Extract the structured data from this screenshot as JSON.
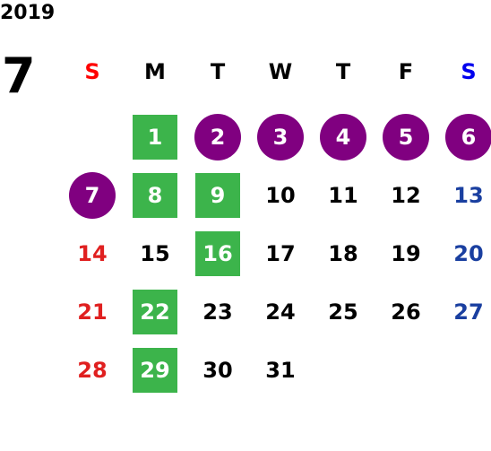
{
  "year": "2019",
  "month": "7",
  "colors": {
    "sunday": "#e02020",
    "saturday": "#1a3fa0",
    "weekday": "#000000",
    "header_sunday": "#ff0000",
    "header_saturday": "#0000ee",
    "green": "#3cb44b",
    "purple": "#800080",
    "mark_text": "#ffffff"
  },
  "weekdays": [
    "S",
    "M",
    "T",
    "W",
    "T",
    "F",
    "S"
  ],
  "start_offset": 1,
  "weeks": [
    [
      null,
      {
        "d": "1",
        "mark": "green"
      },
      {
        "d": "2",
        "mark": "purple"
      },
      {
        "d": "3",
        "mark": "purple"
      },
      {
        "d": "4",
        "mark": "purple"
      },
      {
        "d": "5",
        "mark": "purple"
      },
      {
        "d": "6",
        "mark": "purple"
      }
    ],
    [
      {
        "d": "7",
        "mark": "purple"
      },
      {
        "d": "8",
        "mark": "green"
      },
      {
        "d": "9",
        "mark": "green"
      },
      {
        "d": "10"
      },
      {
        "d": "11"
      },
      {
        "d": "12"
      },
      {
        "d": "13"
      }
    ],
    [
      {
        "d": "14"
      },
      {
        "d": "15"
      },
      {
        "d": "16",
        "mark": "green"
      },
      {
        "d": "17"
      },
      {
        "d": "18"
      },
      {
        "d": "19"
      },
      {
        "d": "20"
      }
    ],
    [
      {
        "d": "21"
      },
      {
        "d": "22",
        "mark": "green"
      },
      {
        "d": "23"
      },
      {
        "d": "24"
      },
      {
        "d": "25"
      },
      {
        "d": "26"
      },
      {
        "d": "27"
      }
    ],
    [
      {
        "d": "28"
      },
      {
        "d": "29",
        "mark": "green"
      },
      {
        "d": "30"
      },
      {
        "d": "31"
      },
      null,
      null,
      null
    ]
  ]
}
